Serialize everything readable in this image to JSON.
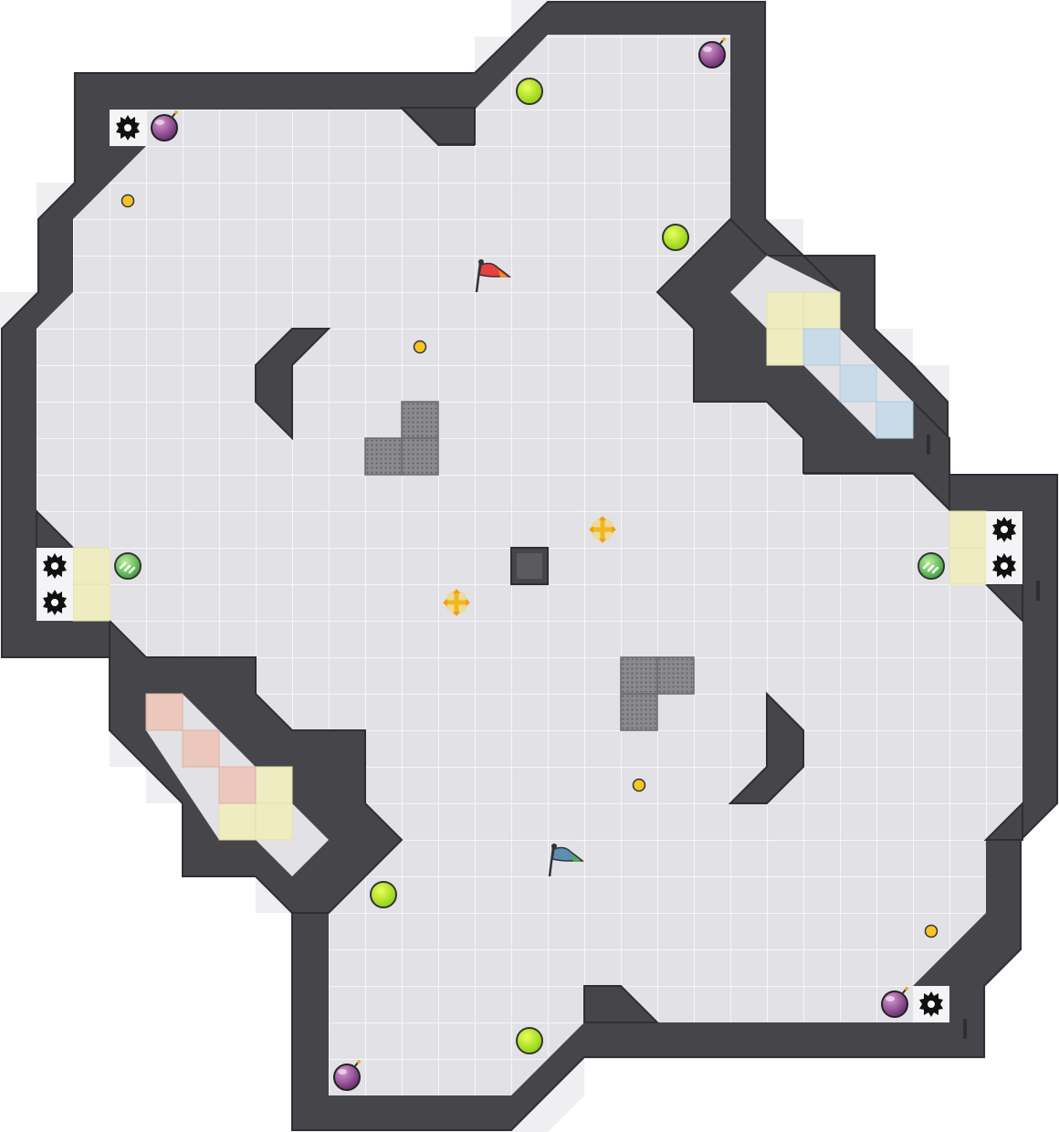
{
  "map": {
    "grid_cols": 29,
    "grid_rows": 31,
    "colors": {
      "floor": "#e2e2e6",
      "floor_line": "#f5f5f7",
      "wall": "#46464b",
      "wall_edge": "#2d2d31",
      "outer_glow": "#f0f0f2",
      "yellow_zone": "#efecc2",
      "blue_zone": "#c9dbe8",
      "red_zone": "#ecc8bc",
      "flag_red": "#e6413c",
      "flag_blue": "#5b8fb3",
      "pup": "#a6df1a",
      "boost": "#f6c425",
      "spike": "#111111",
      "bomb": "#8e3a86",
      "portal_green": "#4fae4a"
    }
  },
  "flags": [
    {
      "team": "red",
      "icon": "red-flag-icon"
    },
    {
      "team": "blue",
      "icon": "blue-flag-icon"
    }
  ],
  "legend_icons": [
    "spike-icon",
    "bomb-icon",
    "powerup-icon",
    "boost-icon",
    "portal-icon",
    "gate-tile"
  ]
}
